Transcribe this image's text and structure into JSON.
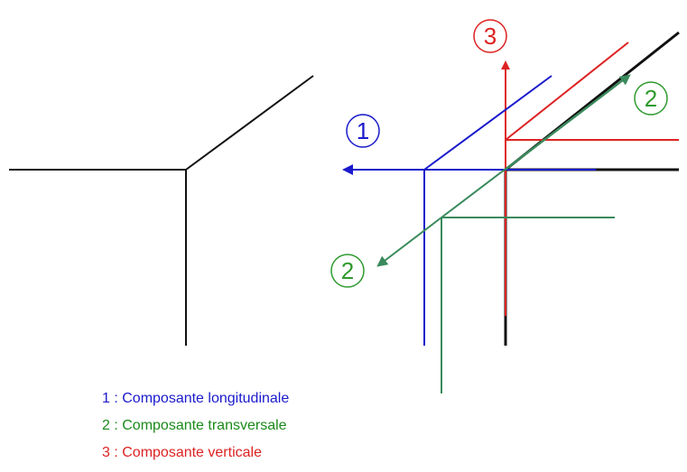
{
  "colors": {
    "black": "#111111",
    "blue": "#1a1acc",
    "green": "#3a8a5c",
    "red": "#dd2222",
    "green_text": "#1a8a1a"
  },
  "badges": {
    "one": "1",
    "two_right": "2",
    "two_left": "2",
    "three": "3"
  },
  "legend": {
    "item1": "1 : Composante longitudinale",
    "item2": "2 : Composante transversale",
    "item3": "3 : Composante verticale"
  }
}
